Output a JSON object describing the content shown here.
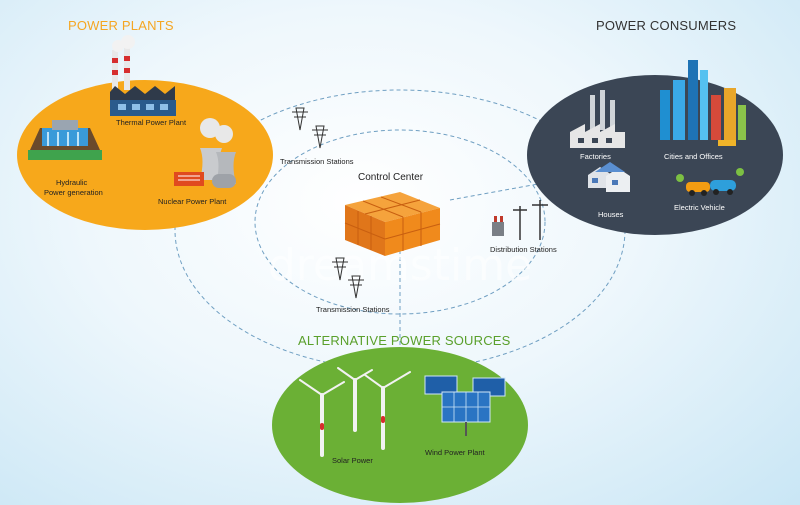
{
  "colors": {
    "plants_heading": "#f5a623",
    "consumers_heading": "#333333",
    "alternative_heading": "#5aa02c",
    "plants_ellipse": "#f7a81b",
    "consumers_ellipse": "#3b4655",
    "alternative_ellipse": "#6bb035",
    "control_center_cubes": "#f08a1c",
    "dashed_links": "#6f9fc2"
  },
  "headings": {
    "power_plants": "POWER PLANTS",
    "power_consumers": "POWER CONSUMERS",
    "alternative_sources": "ALTERNATIVE POWER SOURCES"
  },
  "plants": {
    "thermal": "Thermal Power Plant",
    "hydraulic_line1": "Hydraulic",
    "hydraulic_line2": "Power generation",
    "nuclear": "Nuclear Power Plant"
  },
  "consumers": {
    "factories": "Factories",
    "cities": "Cities and Offices",
    "houses": "Houses",
    "ev": "Electric Vehicle"
  },
  "center": {
    "control_center": "Control Center",
    "transmission_top": "Transmission Stations",
    "transmission_bottom": "Transmission Stations",
    "distribution": "Distribution Stations"
  },
  "alternative": {
    "solar": "Solar Power",
    "wind": "Wind Power Plant"
  },
  "watermark": "dreamstime"
}
